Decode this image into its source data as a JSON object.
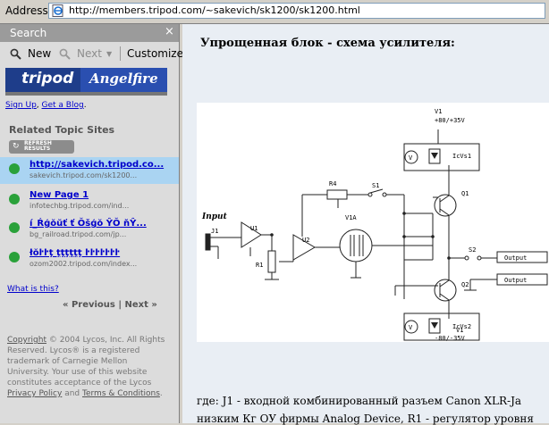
{
  "address_bar": {
    "label": "Address",
    "url": "http://members.tripod.com/~sakevich/sk1200/sk1200.html"
  },
  "sidebar": {
    "title": "Search",
    "close_glyph": "×",
    "toolbar": {
      "new_label": "New",
      "next_label": "Next",
      "customize_label": "Customize"
    },
    "logo": {
      "left_text": "tripod",
      "right_text": "Angelfire"
    },
    "sign_up": "Sign Up",
    "get_blog": "Get a Blog",
    "related_title": "Related Topic Sites",
    "refresh_line1": "REFRESH",
    "refresh_line2": "RESULTS",
    "results": [
      {
        "title": "http://sakevich.tripod.co...",
        "url": "sakevich.tripod.com/sk1200...",
        "selected": true
      },
      {
        "title": "New Page 1",
        "url": "infotechbg.tripod.com/ind..."
      },
      {
        "title": "í_Ŕģŏŭť ť Ŏšģŏ ŶŎ ňŶ...",
        "url": "bg_railroad.tripod.com/jp..."
      },
      {
        "title": "łŏŀŀţ ţţţţţţ ŀŀŀŀŀŀŀ",
        "url": "ozom2002.tripod.com/index..."
      }
    ],
    "what_is_this": "What is this?",
    "previous": "« Previous",
    "pager_sep": "|",
    "next": "Next »",
    "copyright": {
      "link": "Copyright",
      "text1": " © 2004 Lycos, Inc. All Rights Reserved. Lycos® is a registered trademark of Carnegie Mellon University. Your use of this website constitutes acceptance of the Lycos ",
      "privacy": "Privacy Policy",
      "and": " and ",
      "terms": "Terms & Conditions",
      "end": "."
    }
  },
  "main": {
    "heading": "Упрощенная блок - схема усилителя:",
    "schematic": {
      "input": "Input",
      "j1": "J1",
      "u1": "U1",
      "u2": "U2",
      "r1": "R1",
      "r4": "R4",
      "s1": "S1",
      "v1a": "V1A",
      "q1": "Q1",
      "q2": "Q2",
      "s2": "S2",
      "v1_top": "V1",
      "supply_top": "+80/+35V",
      "v1_bot": "V1",
      "supply_bot": "-80/-35V",
      "icvs1": "IcVs1",
      "icvs2": "IcVs2",
      "output1": "Output",
      "output2": "Output",
      "v_glyph": "V"
    },
    "desc_line1": "где: J1 - входной комбинированный разъем Canon XLR-Ja",
    "desc_line2": "низким Кг ОУ фирмы Analog Device, R1 - регулятор уровня"
  }
}
